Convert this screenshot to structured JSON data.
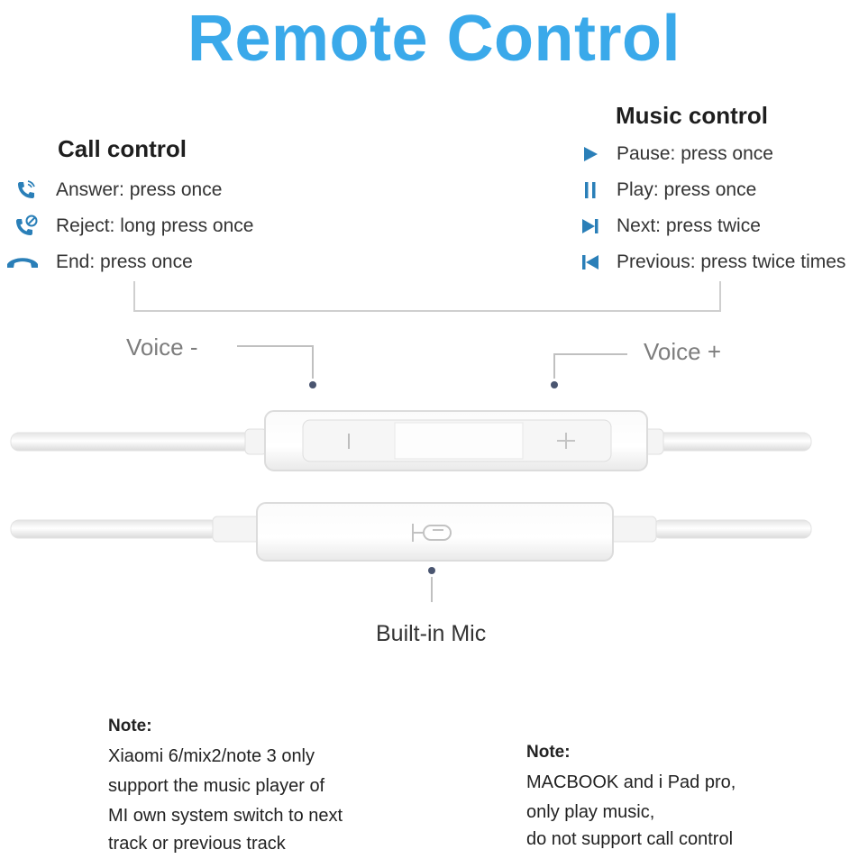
{
  "title": "Remote Control",
  "colors": {
    "accent": "#3aa9ea",
    "icon_blue": "#2a7fb8",
    "dot": "#4a5570"
  },
  "call_control": {
    "heading": "Call control",
    "items": [
      {
        "icon": "phone-answer-icon",
        "label": "Answer: press once"
      },
      {
        "icon": "phone-reject-icon",
        "label": "Reject: long press once"
      },
      {
        "icon": "phone-hangup-icon",
        "label": "End: press once"
      }
    ]
  },
  "music_control": {
    "heading": "Music control",
    "items": [
      {
        "icon": "play-icon",
        "label": "Pause: press once"
      },
      {
        "icon": "pause-icon",
        "label": "Play: press once"
      },
      {
        "icon": "next-track-icon",
        "label": "Next: press twice"
      },
      {
        "icon": "previous-track-icon",
        "label": "Previous: press twice times"
      }
    ]
  },
  "remote": {
    "voice_minus_label": "Voice -",
    "voice_plus_label": "Voice +",
    "mic_label": "Built-in Mic"
  },
  "notes": {
    "left": {
      "heading": "Note:",
      "lines": [
        "Xiaomi 6/mix2/note 3 only",
        "support the music player of",
        "MI own system switch to next",
        "track or previous track"
      ]
    },
    "right": {
      "heading": "Note:",
      "lines": [
        "MACBOOK and i Pad pro,",
        "only play music,",
        "do not support call control"
      ]
    }
  }
}
